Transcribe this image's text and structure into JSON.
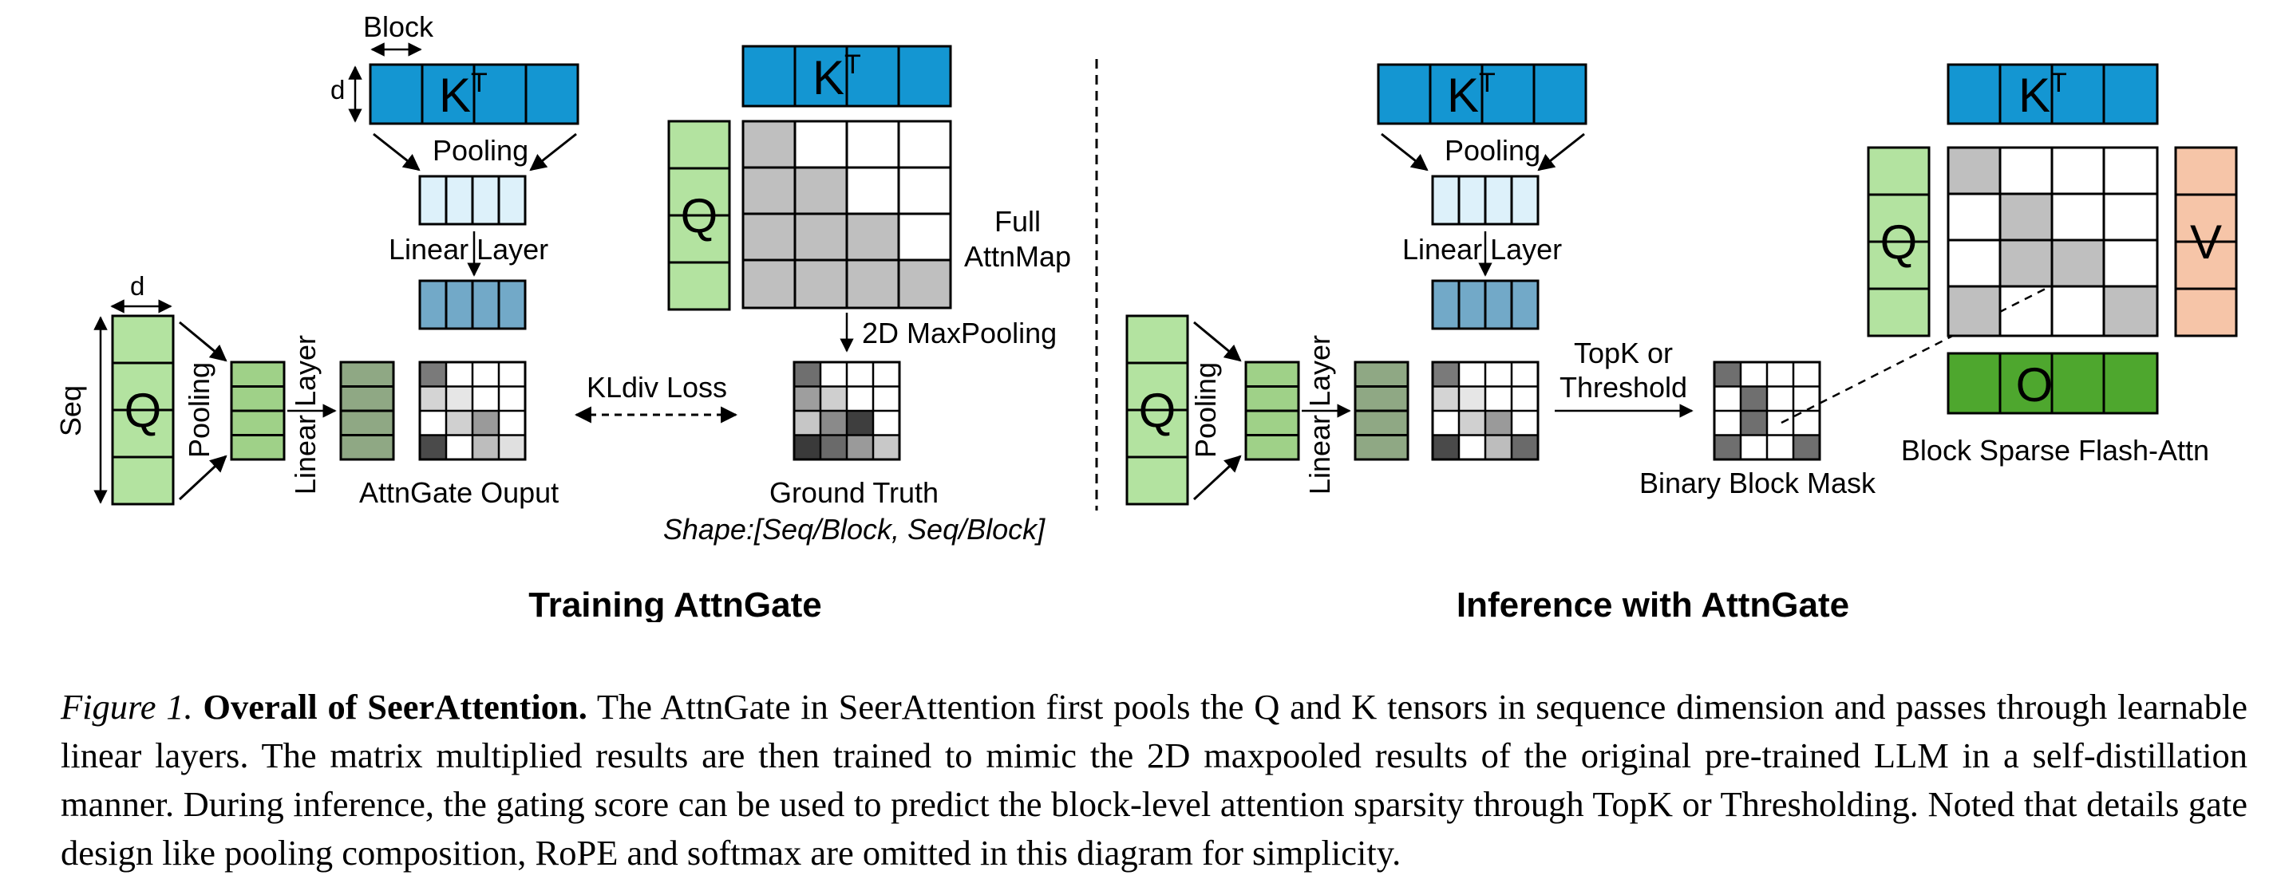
{
  "colors": {
    "key_blue": "#1496d2",
    "query_green": "#b3e3a0",
    "pooled_green": "#9fd188",
    "linear_green": "#8fa884",
    "pooled_key": "#ddf1fa",
    "linear_key": "#72a9c8",
    "output_green": "#4ea72e",
    "value_orange": "#f6c5a8",
    "gray_cell": "#bfbfbf"
  },
  "training": {
    "title": "Training AttnGate",
    "block_label": "Block",
    "d_label_k": "d",
    "k_label": "K",
    "k_sup": "T",
    "pooling_k": "Pooling",
    "linear_layer_k": "Linear Layer",
    "d_label_q": "d",
    "seq_label": "Seq",
    "q_label": "Q",
    "pooling_q": "Pooling",
    "linear_layer_q": "Linear Layer",
    "attngate_output": "AttnGate Ouput",
    "kldiv_loss": "KLdiv Loss",
    "full_k_label": "K",
    "full_k_sup": "T",
    "full_q_label": "Q",
    "full_attnmap_line1": "Full",
    "full_attnmap_line2": "AttnMap",
    "maxpooling": "2D MaxPooling",
    "ground_truth": "Ground Truth",
    "shape": "Shape:[Seq/Block, Seq/Block]"
  },
  "inference": {
    "title": "Inference with AttnGate",
    "k_label": "K",
    "k_sup": "T",
    "pooling_k": "Pooling",
    "linear_layer_k": "Linear Layer",
    "q_label": "Q",
    "pooling_q": "Pooling",
    "linear_layer_q": "Linear Layer",
    "topk_line1": "TopK or",
    "topk_line2": "Threshold",
    "binary_mask": "Binary Block Mask",
    "sparse_k_label": "K",
    "sparse_k_sup": "T",
    "sparse_q_label": "Q",
    "v_label": "V",
    "o_label": "O",
    "flash_attn": "Block Sparse Flash-Attn"
  },
  "caption": {
    "figure_label": "Figure 1.",
    "bold_title": "Overall of SeerAttention.",
    "body": "The AttnGate in SeerAttention first pools the Q and K tensors in sequence dimension and passes through learnable linear layers. The matrix multiplied results are then trained to mimic the 2D maxpooled results of the original pre-trained LLM in a self-distillation manner. During inference, the gating score can be used to predict the block-level attention sparsity through TopK or Thresholding. Noted that details gate design like pooling composition, RoPE and softmax are omitted in this diagram for simplicity."
  }
}
